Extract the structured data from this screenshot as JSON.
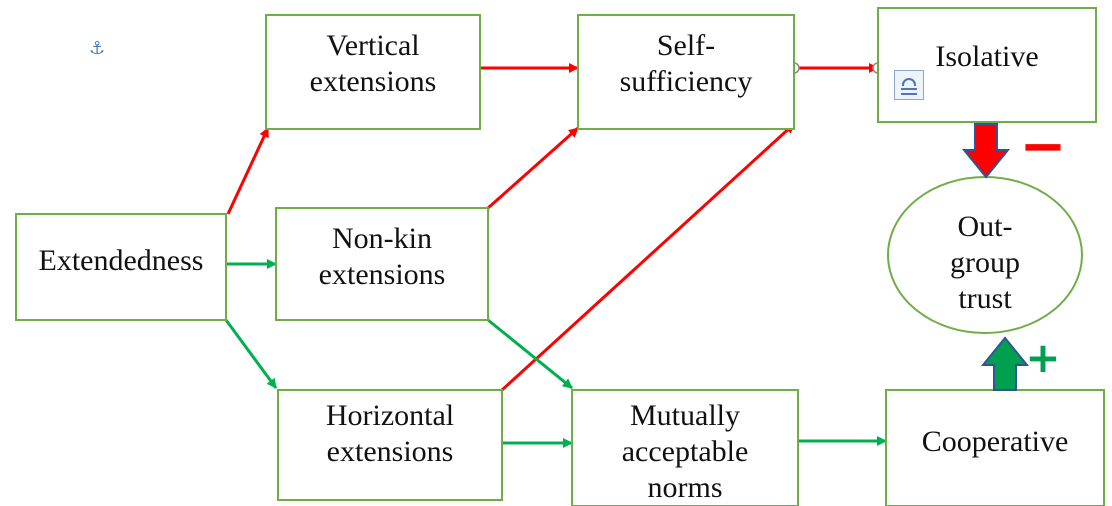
{
  "colors": {
    "box_border": "#70ad47",
    "negative_link": "#ff0000",
    "positive_link": "#00b050",
    "negative_indicator": "#ff0000",
    "positive_indicator": "#00a050",
    "indicator_outline": "#2f5597"
  },
  "nodes": {
    "extendedness": {
      "lines": [
        "Extendedness"
      ]
    },
    "vertical": {
      "lines": [
        "Vertical",
        "extensions"
      ]
    },
    "nonkin": {
      "lines": [
        "Non-kin",
        "extensions"
      ]
    },
    "horizontal": {
      "lines": [
        "Horizontal",
        "extensions"
      ]
    },
    "selfsuff": {
      "lines": [
        "Self-",
        "sufficiency"
      ]
    },
    "mutual": {
      "lines": [
        "Mutually",
        "acceptable",
        "norms"
      ]
    },
    "isolative": {
      "lines": [
        "Isolative"
      ]
    },
    "cooperative": {
      "lines": [
        "Cooperative"
      ]
    },
    "outgroup": {
      "lines": [
        "Out-",
        "group",
        "trust"
      ]
    }
  },
  "links": [
    {
      "from": "extendedness",
      "to": "vertical",
      "sign": "negative"
    },
    {
      "from": "extendedness",
      "to": "nonkin",
      "sign": "positive"
    },
    {
      "from": "extendedness",
      "to": "horizontal",
      "sign": "positive"
    },
    {
      "from": "vertical",
      "to": "selfsuff",
      "sign": "negative"
    },
    {
      "from": "nonkin",
      "to": "selfsuff",
      "sign": "negative"
    },
    {
      "from": "horizontal",
      "to": "selfsuff",
      "sign": "negative"
    },
    {
      "from": "nonkin",
      "to": "mutual",
      "sign": "positive"
    },
    {
      "from": "horizontal",
      "to": "mutual",
      "sign": "positive"
    },
    {
      "from": "selfsuff",
      "to": "isolative",
      "sign": "negative"
    },
    {
      "from": "mutual",
      "to": "cooperative",
      "sign": "positive"
    }
  ],
  "effects": [
    {
      "from": "isolative",
      "to": "outgroup",
      "sign": "−"
    },
    {
      "from": "cooperative",
      "to": "outgroup",
      "sign": "+"
    }
  ],
  "icons": [
    "anchor-icon",
    "text-wrap-layout-icon"
  ]
}
